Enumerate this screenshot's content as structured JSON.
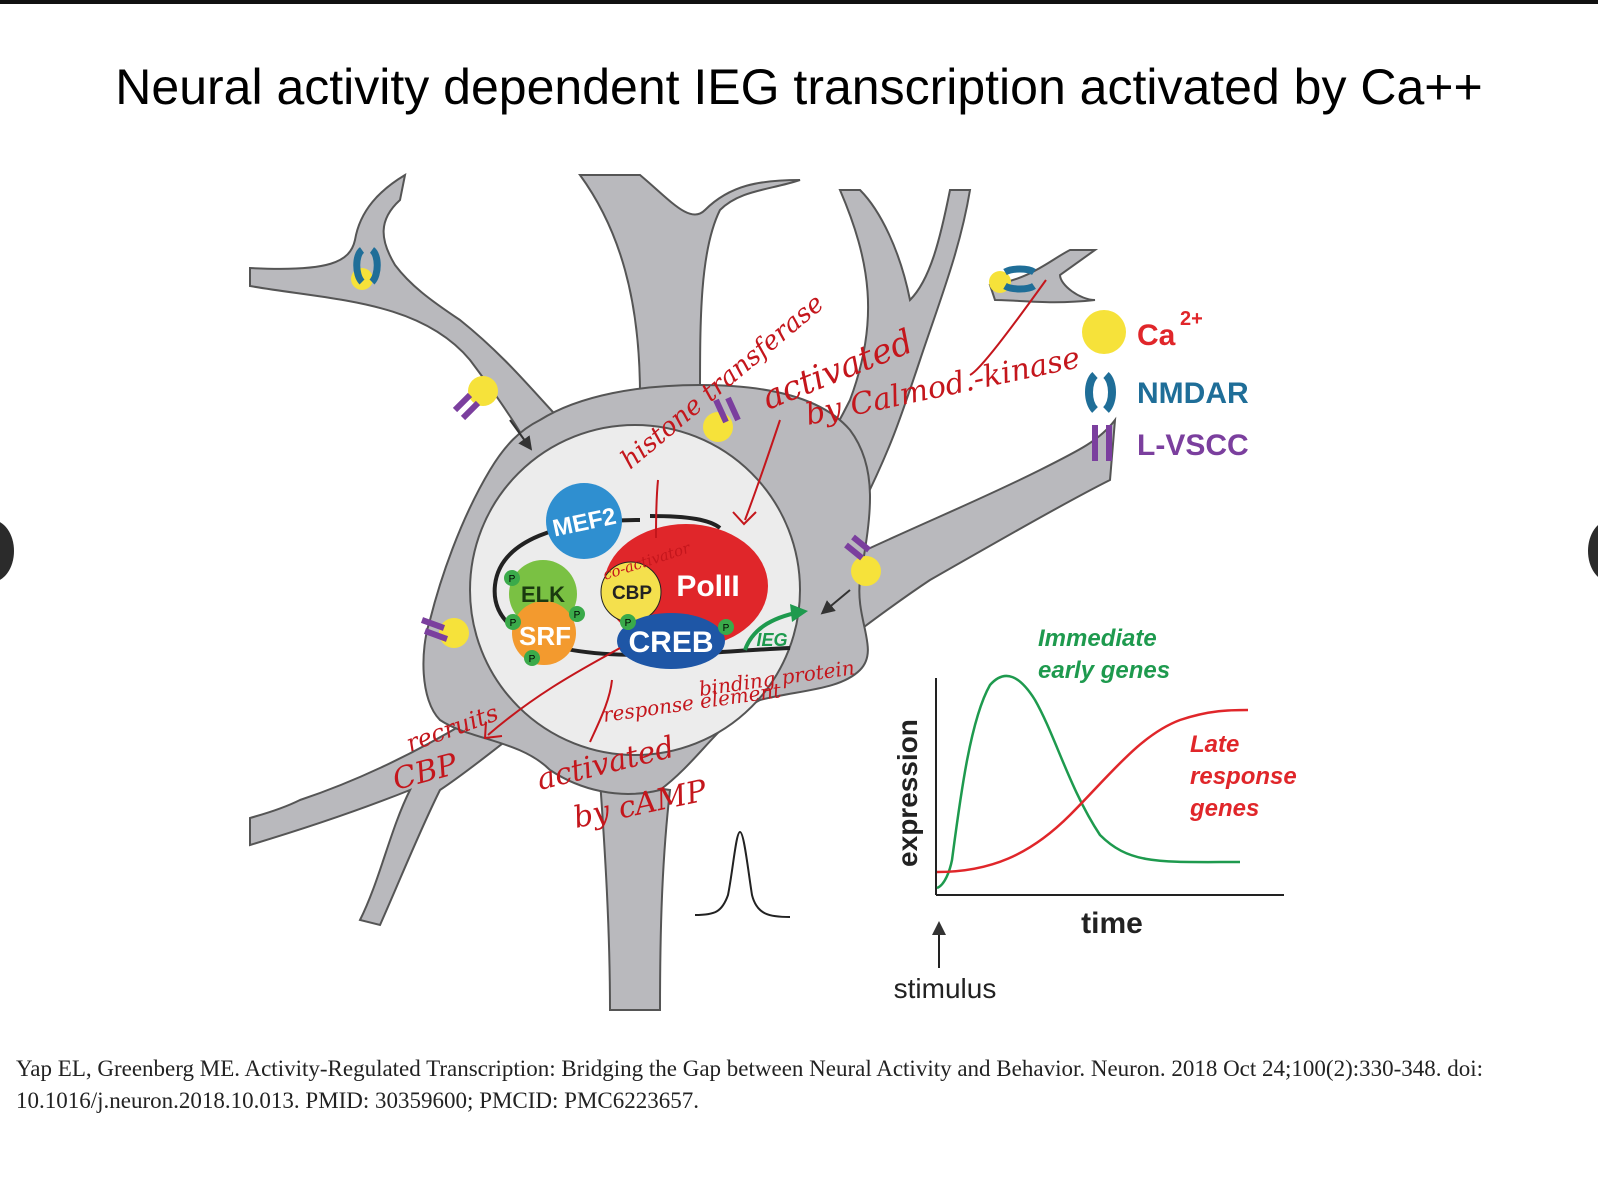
{
  "title": "Neural activity dependent IEG transcription activated by Ca++",
  "legend": {
    "ca": "Ca",
    "ca_sup": "2+",
    "nmdar": "NMDAR",
    "lvscc": "L-VSCC"
  },
  "proteins": {
    "mef2": "MEF2",
    "elk": "ELK",
    "srf": "SRF",
    "cbp": "CBP",
    "polii": "PolII",
    "creb": "CREB",
    "ieg": "IEG",
    "phospho": "P"
  },
  "graph": {
    "ieg_label_1": "Immediate",
    "ieg_label_2": "early genes",
    "late_label_1": "Late",
    "late_label_2": "response",
    "late_label_3": "genes",
    "ylabel": "expression",
    "xlabel": "time",
    "stimulus": "stimulus"
  },
  "annotations": {
    "histone": "histone transferase",
    "activated_cam_1": "activated",
    "activated_cam_2": "by Calmod.-kinase",
    "coactivator": "co-activator",
    "recruits_1": "recruits",
    "recruits_2": "CBP",
    "camp_1": "activated",
    "camp_2": "by cAMP",
    "binding": "binding protein",
    "element": "response element"
  },
  "citation": "Yap EL, Greenberg ME. Activity-Regulated Transcription: Bridging the Gap between Neural Activity and Behavior. Neuron. 2018 Oct 24;100(2):330-348. doi: 10.1016/j.neuron.2018.10.013. PMID: 30359600; PMCID: PMC6223657.",
  "colors": {
    "neuron": "#b9b9bd",
    "nucleus": "#ececec",
    "ca": "#f6e23a",
    "nmdar": "#1f6e98",
    "lvscc": "#7b3f9e",
    "mef2": "#2f8fd0",
    "elk": "#7ac143",
    "srf": "#f39a2e",
    "cbp": "#f4e04d",
    "polii": "#e0262a",
    "creb": "#1e56a6",
    "ieg": "#1e9a4e",
    "late": "#e0262a",
    "ink": "#c4161c"
  }
}
